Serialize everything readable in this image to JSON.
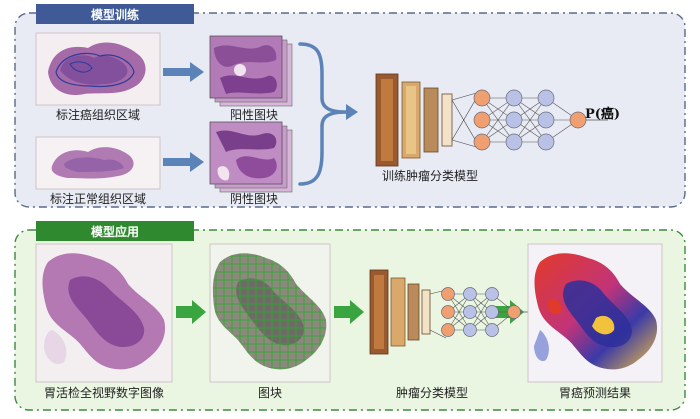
{
  "training": {
    "title": "模型训练",
    "annotate_cancer": "标注癌组织区域",
    "annotate_normal": "标注正常组织区域",
    "positive_tiles": "阳性图块",
    "negative_tiles": "阴性图块",
    "classifier": "训练肿瘤分类模型",
    "output": "P(癌)",
    "colors": {
      "tag_bg": "#3f5a96",
      "panel_bg": "#e8ebf4",
      "border": "#5a6a8a",
      "arrow": "#5b83b8"
    }
  },
  "application": {
    "title": "模型应用",
    "wsi": "胃活检全视野数字图像",
    "tiles": "图块",
    "classifier": "肿瘤分类模型",
    "result": "胃癌预测结果",
    "colors": {
      "tag_bg": "#2f8a2f",
      "panel_bg": "#eaf6e2",
      "border": "#3d8a3d",
      "arrow": "#3aa540"
    }
  },
  "network_colors": {
    "input_node": "#f0a070",
    "hidden_node": "#b9c2e6",
    "output_node": "#f0a070",
    "conv_dark": "#9a5a30",
    "conv_light": "#d9a86a"
  }
}
